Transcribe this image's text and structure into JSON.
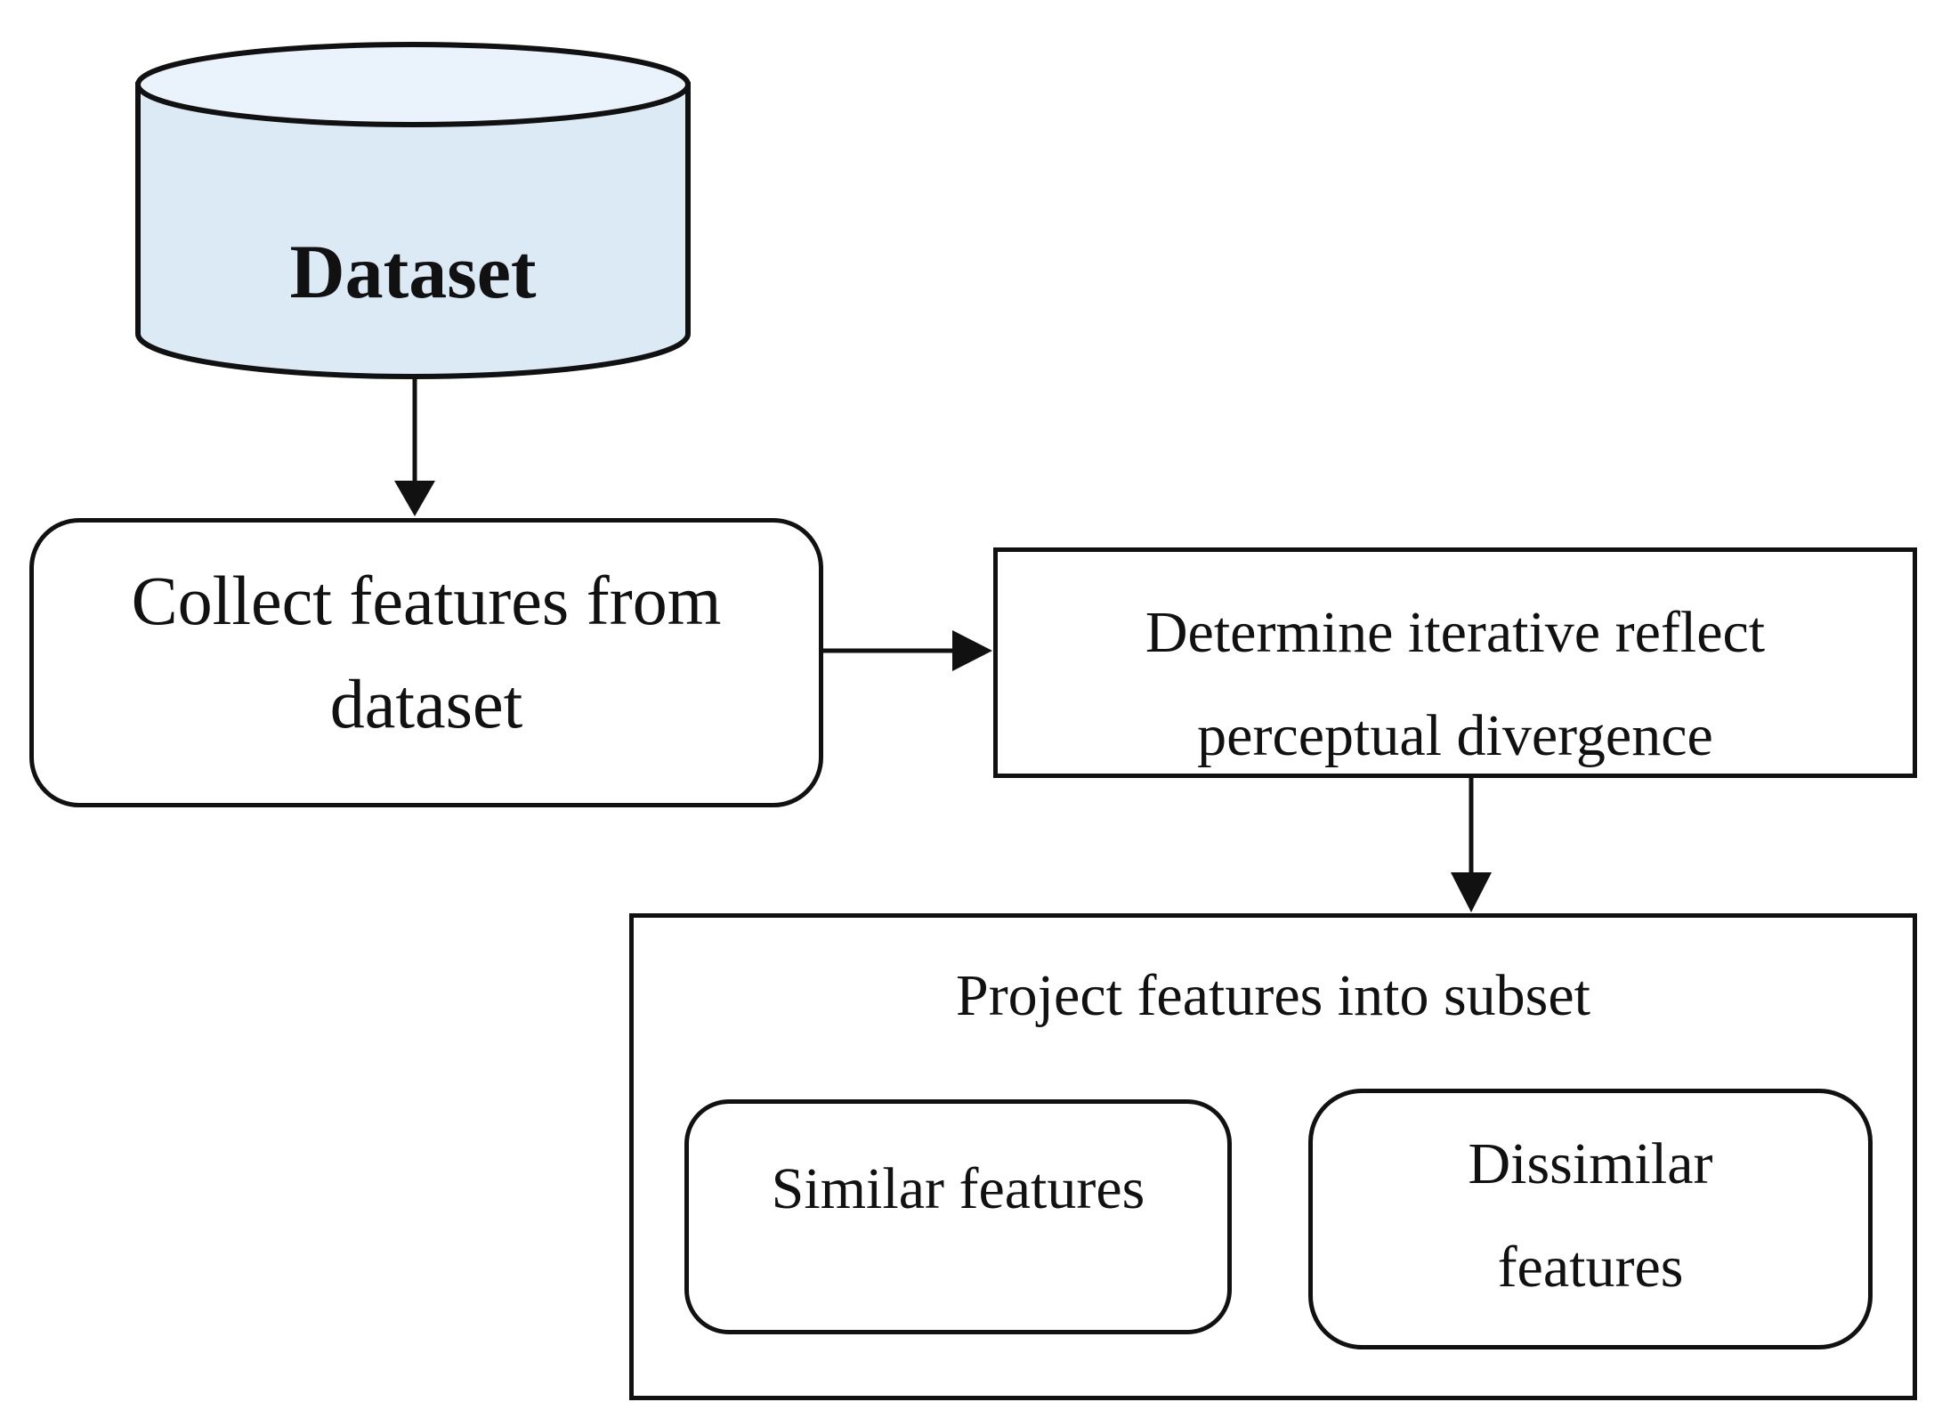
{
  "diagram": {
    "dataset": {
      "label": "Dataset"
    },
    "collect": {
      "line1": "Collect features from",
      "line2": "dataset"
    },
    "determine": {
      "line1": "Determine iterative reflect",
      "line2": "perceptual divergence"
    },
    "project": {
      "title": "Project features into subset"
    },
    "similar": {
      "label": "Similar features"
    },
    "dissimilar": {
      "line1": "Dissimilar",
      "line2": "features"
    },
    "colors": {
      "dataset_fill": "#dceaf6",
      "dataset_top": "#eaf3fb",
      "stroke": "#111111",
      "background": "#ffffff"
    }
  }
}
